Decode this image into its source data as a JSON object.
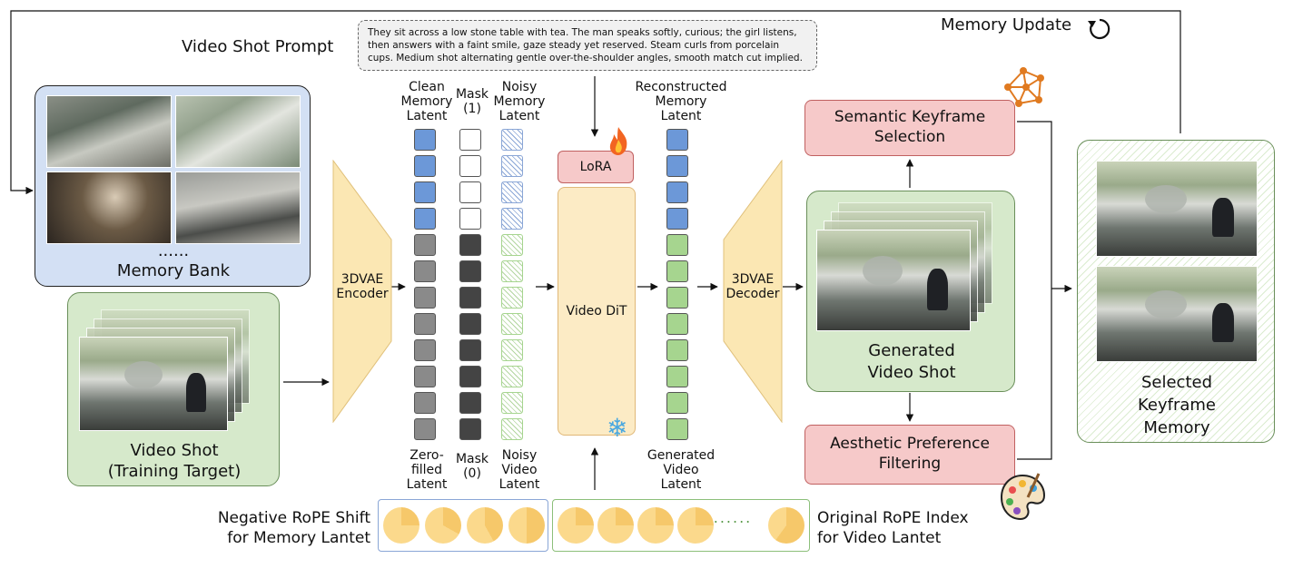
{
  "prompt": {
    "title": "Video Shot Prompt",
    "text": "They sit across a low stone table with tea. The man speaks softly, curious; the girl listens, then answers with a faint smile, gaze steady yet reserved. Steam curls from porcelain cups. Medium shot alternating gentle over-the-shoulder angles, smooth match cut implied."
  },
  "memory_update": "Memory Update",
  "memory_bank": {
    "ellipsis": "......",
    "label": "Memory Bank"
  },
  "video_shot": {
    "line1": "Video Shot",
    "line2": "(Training Target)"
  },
  "encoder": {
    "line1": "3DVAE",
    "line2": "Encoder"
  },
  "decoder": {
    "line1": "3DVAE",
    "line2": "Decoder"
  },
  "columns": {
    "clean": [
      "Clean",
      "Memory",
      "Latent"
    ],
    "mask1": [
      "Mask",
      "(1)"
    ],
    "noisy_mem": [
      "Noisy",
      "Memory",
      "Latent"
    ],
    "zero": [
      "Zero-",
      "filled",
      "Latent"
    ],
    "mask0": [
      "Mask",
      "(0)"
    ],
    "noisy_vid": [
      "Noisy",
      "Video",
      "Latent"
    ],
    "recon": [
      "Reconstructed",
      "Memory",
      "Latent"
    ],
    "generated": [
      "Generated",
      "Video",
      "Latent"
    ]
  },
  "lora": "LoRA",
  "dit": "Video DiT",
  "semantic": {
    "line1": "Semantic Keyframe",
    "line2": "Selection"
  },
  "generated_shot": {
    "line1": "Generated",
    "line2": "Video Shot"
  },
  "aesthetic": {
    "line1": "Aesthetic Preference",
    "line2": "Filtering"
  },
  "keyframe_memory": {
    "line1": "Selected",
    "line2": "Keyframe",
    "line3": "Memory"
  },
  "rope": {
    "neg_line1": "Negative RoPE Shift",
    "neg_line2": "for Memory Lantet",
    "orig_line1": "Original RoPE Index",
    "orig_line2": "for Video Lantet",
    "dots": "......",
    "memory_fractions": [
      0.25,
      0.33,
      0.42,
      0.5
    ],
    "video_fractions": [
      0.25,
      0.25,
      0.25,
      0.25,
      0.6
    ]
  },
  "colors": {
    "memory_bank_bg": "#d3e0f4",
    "green_bg": "#d6e9cb",
    "vae": "#fbe7b3",
    "pink": "#f6c9c9",
    "dit": "#fcebc5",
    "pie": "#fbd98c"
  }
}
